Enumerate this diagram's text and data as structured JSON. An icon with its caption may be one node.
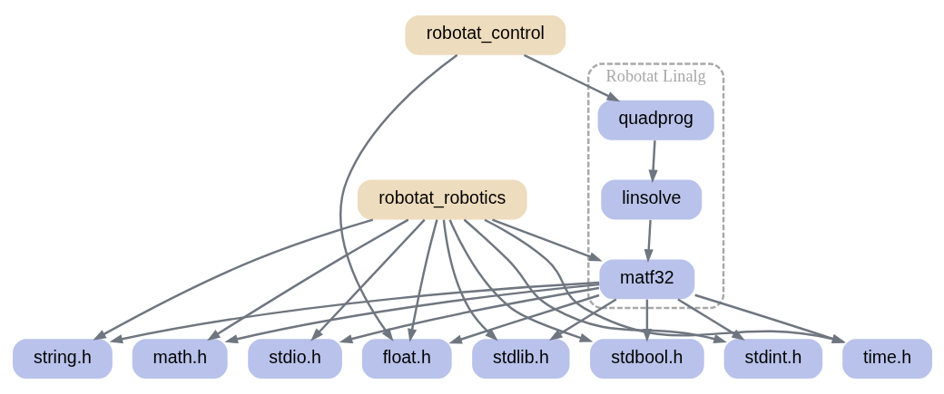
{
  "diagram": {
    "nodes": [
      {
        "text": [
          "robotat_control"
        ]
      },
      {
        "text": [
          "robotat_robotics"
        ]
      },
      {
        "text": [
          "Robotat Linalg"
        ]
      },
      {
        "text": [
          "quadprog"
        ],
        "in": 2
      },
      {
        "text": [
          "linsolve"
        ],
        "in": 2
      },
      {
        "text": [
          "matf32"
        ],
        "in": 2
      },
      {
        "text": [
          "string.h"
        ]
      },
      {
        "text": [
          "math.h"
        ]
      },
      {
        "text": [
          "stdio.h"
        ]
      },
      {
        "text": [
          "float.h"
        ]
      },
      {
        "text": [
          "stdlib.h"
        ]
      },
      {
        "text": [
          "stdbool.h"
        ]
      },
      {
        "text": [
          "stdint.h"
        ]
      },
      {
        "text": [
          "time.h"
        ]
      }
    ],
    "edges": [
      {
        "from": 0,
        "to": 3,
        "arrow": "to"
      },
      {
        "from": 0,
        "to": 9,
        "arrow": "to"
      },
      {
        "from": 1,
        "to": 5,
        "arrow": "to"
      },
      {
        "from": 3,
        "to": 4,
        "arrow": "to"
      },
      {
        "from": 4,
        "to": 5,
        "arrow": "to"
      },
      {
        "from": 5,
        "to": 6,
        "arrow": "to"
      },
      {
        "from": 5,
        "to": 7,
        "arrow": "to"
      },
      {
        "from": 5,
        "to": 8,
        "arrow": "to"
      },
      {
        "from": 5,
        "to": 9,
        "arrow": "to"
      },
      {
        "from": 5,
        "to": 10,
        "arrow": "to"
      },
      {
        "from": 5,
        "to": 11,
        "arrow": "to"
      },
      {
        "from": 5,
        "to": 12,
        "arrow": "to"
      },
      {
        "from": 5,
        "to": 13,
        "arrow": "to"
      },
      {
        "from": 1,
        "to": 6,
        "arrow": "to"
      },
      {
        "from": 1,
        "to": 7,
        "arrow": "to"
      },
      {
        "from": 1,
        "to": 8,
        "arrow": "to"
      },
      {
        "from": 1,
        "to": 9,
        "arrow": "to"
      },
      {
        "from": 1,
        "to": 10,
        "arrow": "to"
      },
      {
        "from": 1,
        "to": 11,
        "arrow": "to"
      },
      {
        "from": 1,
        "to": 12,
        "arrow": "to"
      },
      {
        "from": 1,
        "to": 13,
        "arrow": "to"
      }
    ]
  }
}
